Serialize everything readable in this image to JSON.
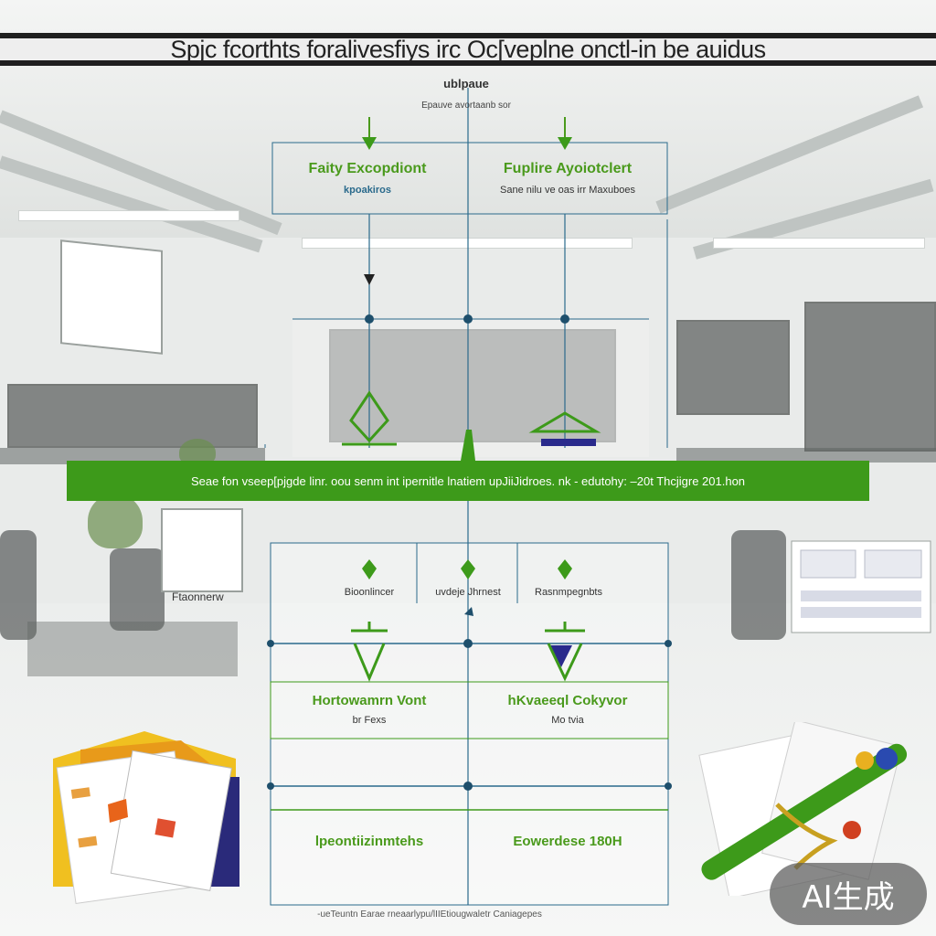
{
  "header": {
    "title": "Spjc fcorthts foralivesfiys irc Oc[veplne onctl-in be auidus"
  },
  "root": {
    "label": "ublpaue",
    "sub_label": "Epauve avortaanb sor"
  },
  "top_nodes": [
    {
      "title": "Faity Excopdiont",
      "sub": "kpoakiros"
    },
    {
      "title": "Fuplire Ayoiotclert",
      "sub": "Sane nilu ve oas irr Maxuboes"
    }
  ],
  "banner": {
    "text": "Seae fon vseep[pjgde  linr. oou senm int  ipernitle lnatiem  upJiiJidroes. nk - edutohy: –20t Thcjigre 201.hon"
  },
  "mid_labels": [
    "Bioonlincer",
    "uvdeje Jhrnest",
    "Rasnmpegnbts"
  ],
  "side_label": "Ftaonnerw",
  "lower_nodes": [
    {
      "title": "Hortowamrn Vont",
      "sub": "br Fexs"
    },
    {
      "title": "hKvaeeql Cokyvor",
      "sub": "Mo tvia"
    }
  ],
  "bottom_nodes": [
    {
      "title": "lpeontiizinmtehs"
    },
    {
      "title": "Eowerdese 180H"
    }
  ],
  "footer": {
    "text": "-ueTeuntn Earae rneaarlypu/lIIEtiougwaletr Caniagepes"
  },
  "watermark": {
    "text": "AI生成"
  },
  "colors": {
    "accent_green": "#3d9a1a",
    "line_blue": "#2a6a8c",
    "node_border": "#4a9a1c",
    "navy": "#2a2a8c"
  },
  "icons": [
    "down-arrow-icon",
    "diamond-arrow-icon",
    "leaf-marker-icon",
    "folder-stack-icon",
    "pen-icon"
  ]
}
